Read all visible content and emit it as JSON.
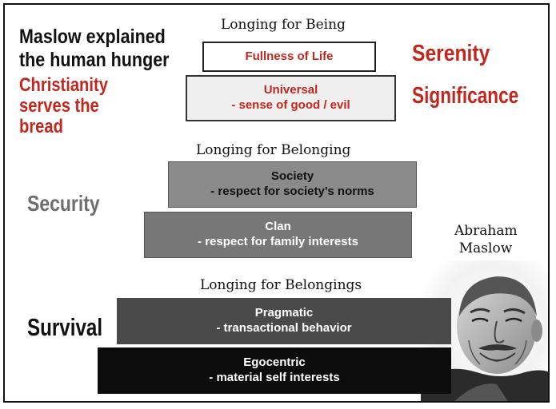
{
  "intro": {
    "line1": "Maslow explained",
    "line2": "the human hunger",
    "sub1": "Christianity",
    "sub2": "serves the",
    "sub3": "bread"
  },
  "headings": {
    "being": "Longing for Being",
    "belonging": "Longing for Belonging",
    "belongings": "Longing for Belongings"
  },
  "right_labels": {
    "serenity": "Serenity",
    "significance": "Significance"
  },
  "left_labels": {
    "security": "Security",
    "survival": "Survival"
  },
  "levels": {
    "fullness": {
      "title": "Fullness of Life"
    },
    "universal": {
      "title": "Universal",
      "desc": "- sense of good / evil"
    },
    "society": {
      "title": "Society",
      "desc": "- respect for society’s norms"
    },
    "clan": {
      "title": "Clan",
      "desc": "- respect for family interests"
    },
    "pragmatic": {
      "title": "Pragmatic",
      "desc": "- transactional behavior"
    },
    "egocentric": {
      "title": "Egocentric",
      "desc": "- material self interests"
    }
  },
  "portrait": {
    "caption1": "Abraham",
    "caption2": "Maslow"
  },
  "colors": {
    "accent_red": "#c0281e",
    "box_light": "#efefef",
    "box_society": "#8a8a8a",
    "box_clan": "#777777",
    "box_pragmatic": "#4a4a4a",
    "box_egocentric": "#0c0c0c"
  }
}
